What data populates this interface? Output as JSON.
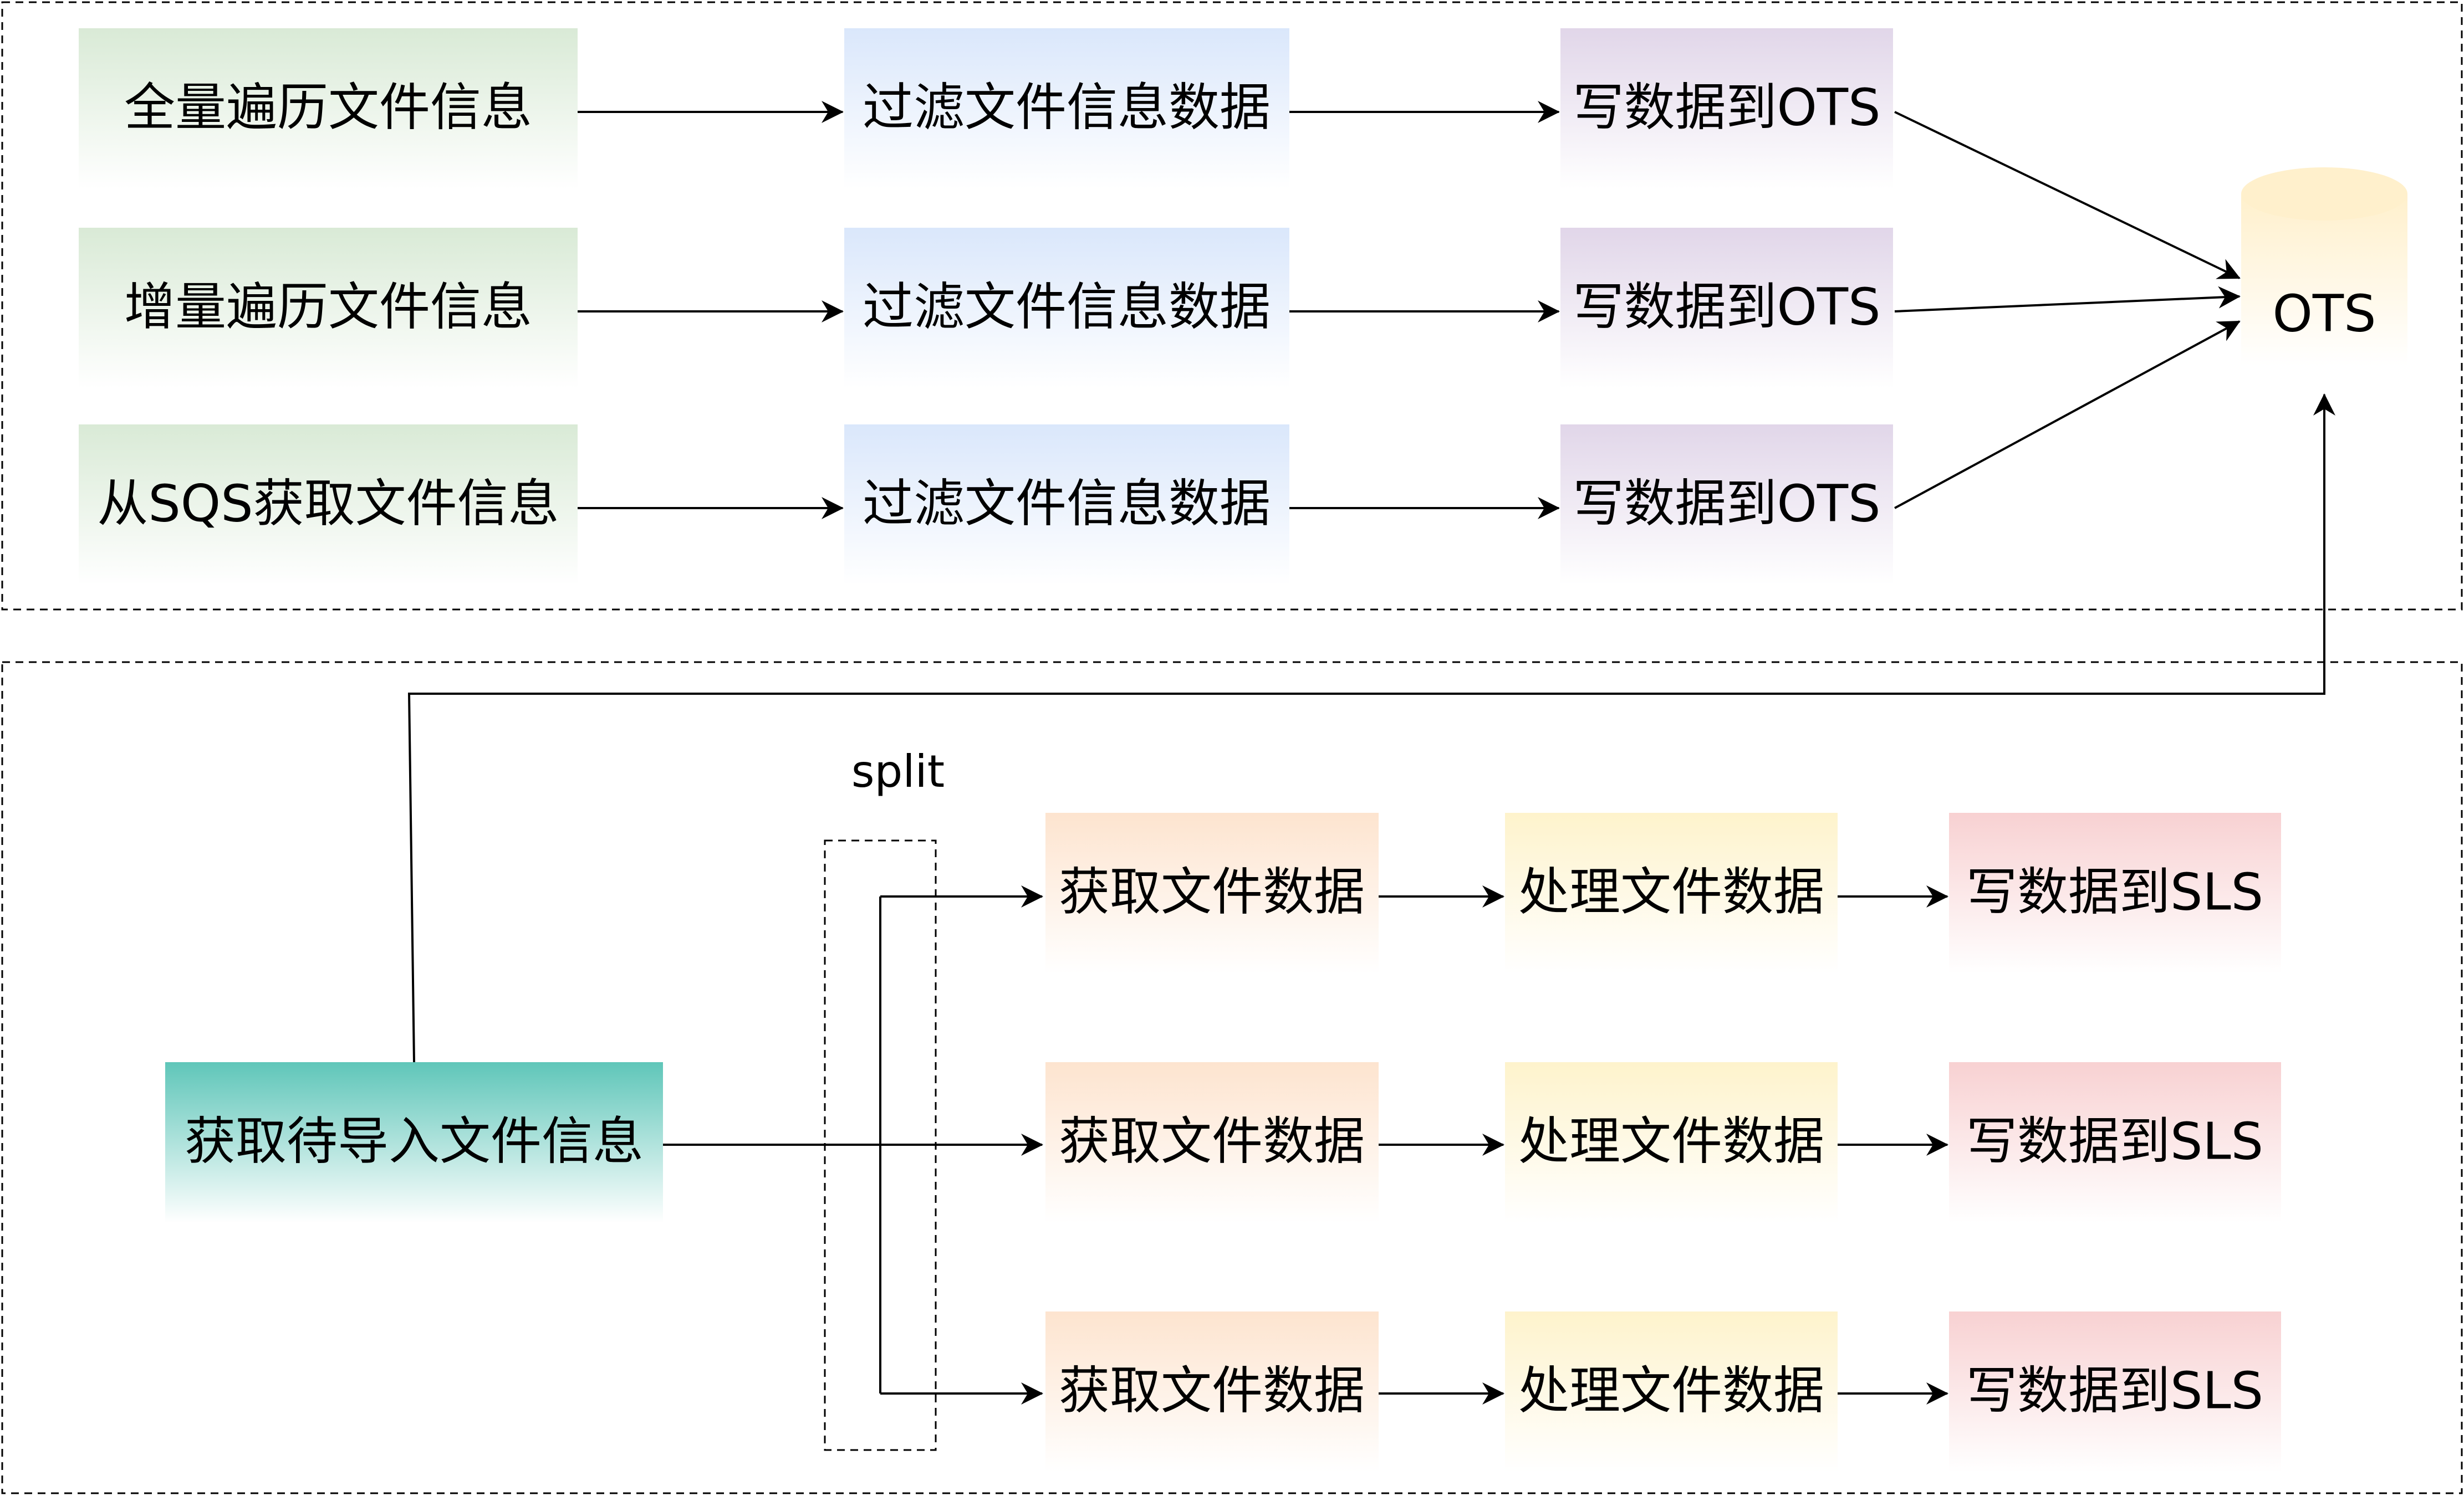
{
  "colors": {
    "green_top": "#d9ead6",
    "blue_top": "#dae7fb",
    "purple_top": "#e1d6e9",
    "cylinder_top": "#fff0cc",
    "orange_top": "#fde4cf",
    "yellow_top": "#fef3cc",
    "red_top": "#f8d1d2",
    "teal_top": "#66c9bd",
    "line": "#000000",
    "border_dashed": "#000000"
  },
  "top_section": {
    "rows": [
      {
        "source": "全量遍历文件信息",
        "filter": "过滤文件信息数据",
        "write": "写数据到OTS"
      },
      {
        "source": "增量遍历文件信息",
        "filter": "过滤文件信息数据",
        "write": "写数据到OTS"
      },
      {
        "source": "从SQS获取文件信息",
        "filter": "过滤文件信息数据",
        "write": "写数据到OTS"
      }
    ],
    "store": {
      "label": "OTS",
      "shape": "cylinder"
    }
  },
  "bottom_section": {
    "source": "获取待导入文件信息",
    "split_label": "split",
    "rows": [
      {
        "fetch": "获取文件数据",
        "process": "处理文件数据",
        "write": "写数据到SLS"
      },
      {
        "fetch": "获取文件数据",
        "process": "处理文件数据",
        "write": "写数据到SLS"
      },
      {
        "fetch": "获取文件数据",
        "process": "处理文件数据",
        "write": "写数据到SLS"
      }
    ]
  }
}
